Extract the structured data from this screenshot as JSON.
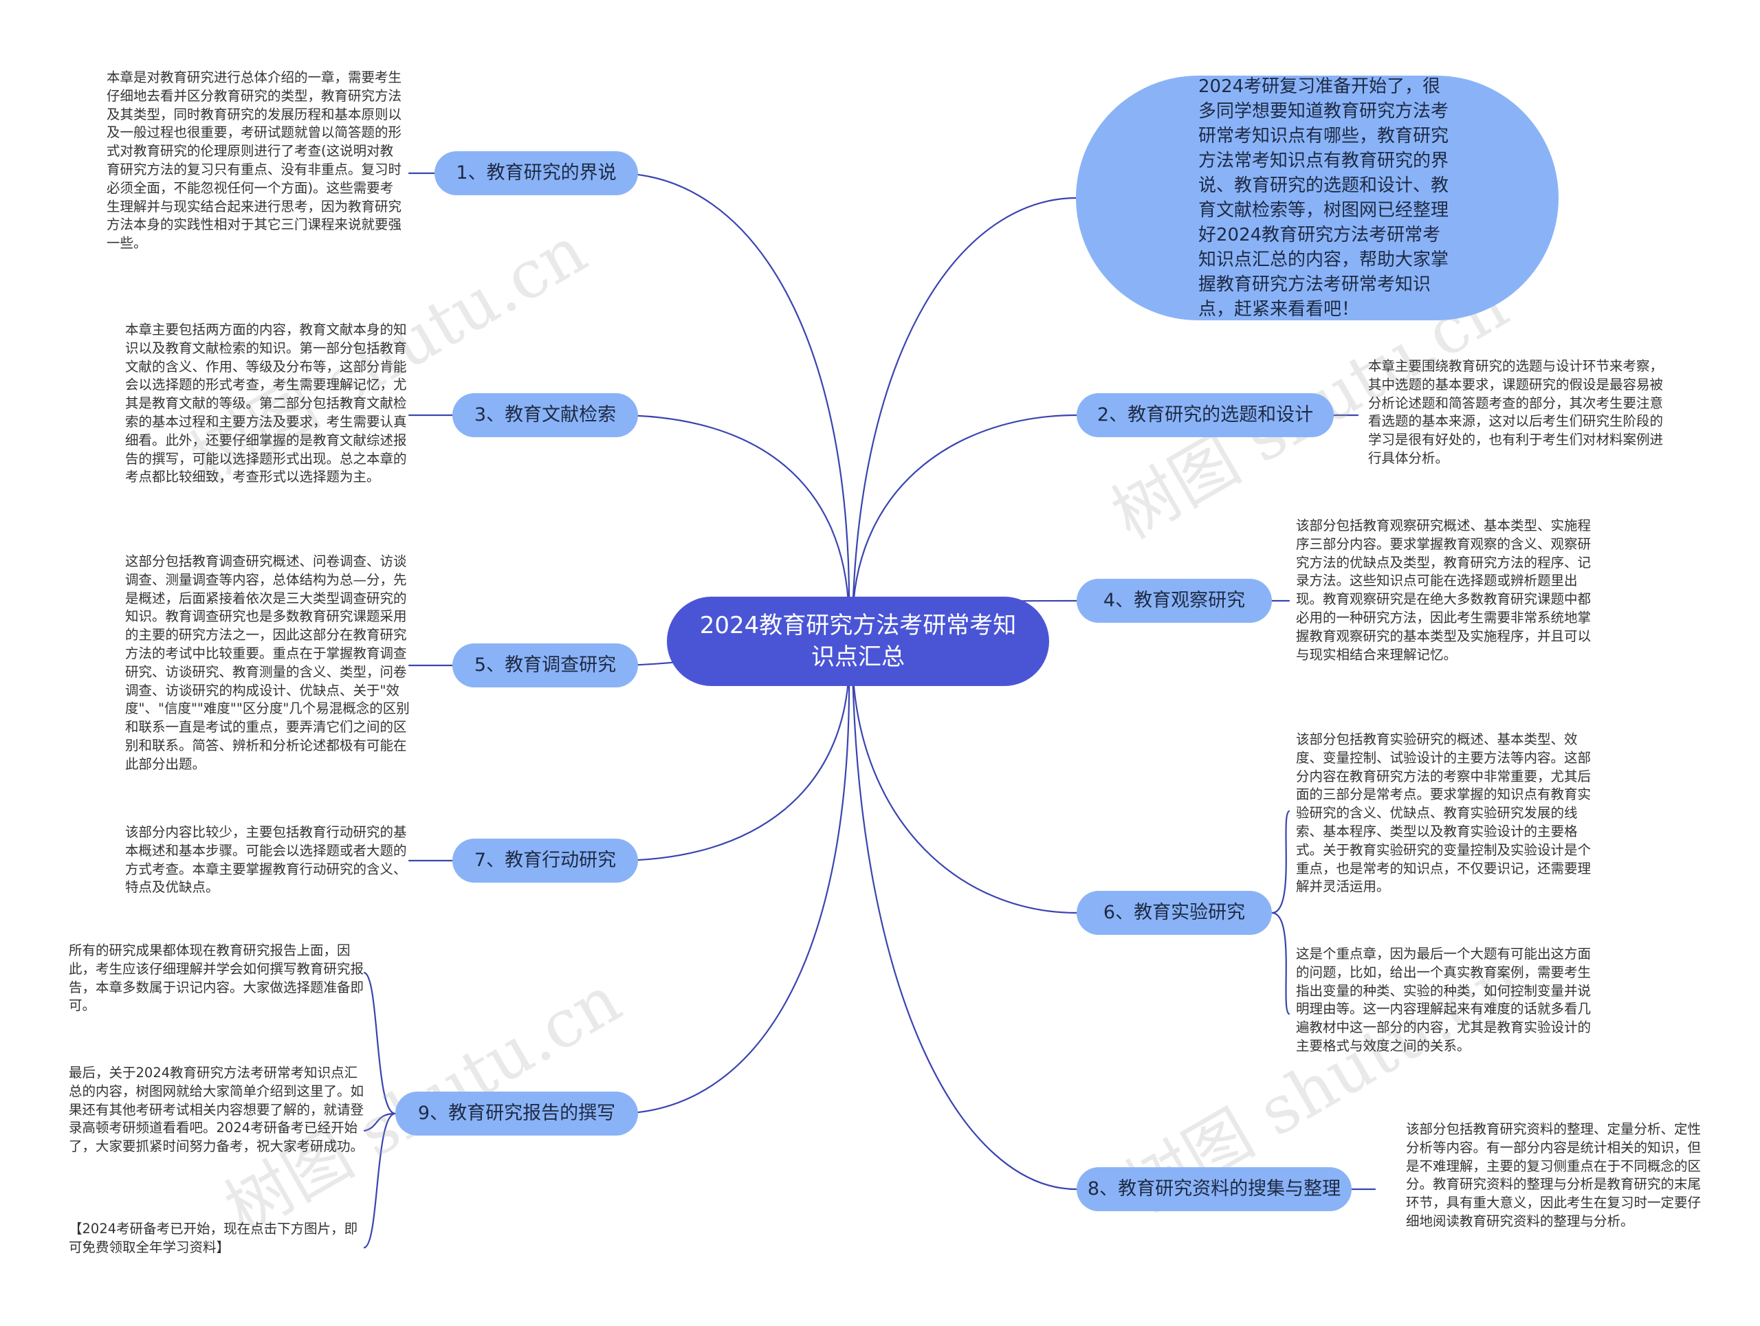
{
  "center": {
    "title": "2024教育研究方法考研常考知识点汇总"
  },
  "intro": "2024考研复习准备开始了，很多同学想要知道教育研究方法考研常考知识点有哪些，教育研究方法常考知识点有教育研究的界说、教育研究的选题和设计、教育文献检索等，树图网已经整理好2024教育研究方法考研常考知识点汇总的内容，帮助大家掌握教育研究方法考研常考知识点，赶紧来看看吧！",
  "branches": [
    {
      "label": "1、教育研究的界说",
      "notes": [
        "本章是对教育研究进行总体介绍的一章，需要考生仔细地去看并区分教育研究的类型，教育研究方法及其类型，同时教育研究的发展历程和基本原则以及一般过程也很重要，考研试题就曾以简答题的形式对教育研究的伦理原则进行了考查(这说明对教育研究方法的复习只有重点、没有非重点。复习时必须全面，不能忽视任何一个方面)。这些需要考生理解并与现实结合起来进行思考，因为教育研究方法本身的实践性相对于其它三门课程来说就要强一些。"
      ]
    },
    {
      "label": "2、教育研究的选题和设计",
      "notes": [
        "本章主要围绕教育研究的选题与设计环节来考察，其中选题的基本要求，课题研究的假设是最容易被分析论述题和简答题考查的部分，其次考生要注意看选题的基本来源，这对以后考生们研究生阶段的学习是很有好处的，也有利于考生们对材料案例进行具体分析。"
      ]
    },
    {
      "label": "3、教育文献检索",
      "notes": [
        "本章主要包括两方面的内容，教育文献本身的知识以及教育文献检索的知识。第一部分包括教育文献的含义、作用、等级及分布等，这部分肯能会以选择题的形式考查，考生需要理解记忆，尤其是教育文献的等级。第二部分包括教育文献检索的基本过程和主要方法及要求，考生需要认真细看。此外，还要仔细掌握的是教育文献综述报告的撰写，可能以选择题形式出现。总之本章的考点都比较细致，考查形式以选择题为主。"
      ]
    },
    {
      "label": "4、教育观察研究",
      "notes": [
        "该部分包括教育观察研究概述、基本类型、实施程序三部分内容。要求掌握教育观察的含义、观察研究方法的优缺点及类型，教育研究方法的程序、记录方法。这些知识点可能在选择题或辨析题里出现。教育观察研究是在绝大多数教育研究课题中都必用的一种研究方法，因此考生需要非常系统地掌握教育观察研究的基本类型及实施程序，并且可以与现实相结合来理解记忆。"
      ]
    },
    {
      "label": "5、教育调查研究",
      "notes": [
        "这部分包括教育调查研究概述、问卷调查、访谈调查、测量调查等内容，总体结构为总—分，先是概述，后面紧接着依次是三大类型调查研究的知识。教育调查研究也是多数教育研究课题采用的主要的研究方法之一，因此这部分在教育研究方法的考试中比较重要。重点在于掌握教育调查研究、访谈研究、教育测量的含义、类型，问卷调查、访谈研究的构成设计、优缺点、关于\"效度\"、\"信度\"\"难度\"\"区分度\"几个易混概念的区别和联系一直是考试的重点，要弄清它们之间的区别和联系。简答、辨析和分析论述都极有可能在此部分出题。"
      ]
    },
    {
      "label": "6、教育实验研究",
      "notes": [
        "该部分包括教育实验研究的概述、基本类型、效度、变量控制、试验设计的主要方法等内容。这部分内容在教育研究方法的考察中非常重要，尤其后面的三部分是常考点。要求掌握的知识点有教育实验研究的含义、优缺点、教育实验研究发展的线索、基本程序、类型以及教育实验设计的主要格式。关于教育实验研究的变量控制及实验设计是个重点，也是常考的知识点，不仅要识记，还需要理解并灵活运用。",
        "这是个重点章，因为最后一个大题有可能出这方面的问题，比如，给出一个真实教育案例，需要考生指出变量的种类、实验的种类，如何控制变量并说明理由等。这一内容理解起来有难度的话就多看几遍教材中这一部分的内容，尤其是教育实验设计的主要格式与效度之间的关系。"
      ]
    },
    {
      "label": "7、教育行动研究",
      "notes": [
        "该部分内容比较少，主要包括教育行动研究的基本概述和基本步骤。可能会以选择题或者大题的方式考查。本章主要掌握教育行动研究的含义、特点及优缺点。"
      ]
    },
    {
      "label": "8、教育研究资料的搜集与整理",
      "notes": [
        "该部分包括教育研究资料的整理、定量分析、定性分析等内容。有一部分内容是统计相关的知识，但是不难理解，主要的复习侧重点在于不同概念的区分。教育研究资料的整理与分析是教育研究的末尾环节，具有重大意义，因此考生在复习时一定要仔细地阅读教育研究资料的整理与分析。"
      ]
    },
    {
      "label": "9、教育研究报告的撰写",
      "notes": [
        "所有的研究成果都体现在教育研究报告上面，因此，考生应该仔细理解并学会如何撰写教育研究报告，本章多数属于识记内容。大家做选择题准备即可。",
        "最后，关于2024教育研究方法考研常考知识点汇总的内容，树图网就给大家简单介绍到这里了。如果还有其他考研考试相关内容想要了解的，就请登录高顿考研频道看看吧。2024考研备考已经开始了，大家要抓紧时间努力备考，祝大家考研成功。",
        "【2024考研备考已开始，现在点击下方图片，即可免费领取全年学习资料】"
      ]
    }
  ],
  "watermark": "树图 shutu.cn",
  "colors": {
    "center": "#4a55d6",
    "branch": "#8ab3f7",
    "line": "#3a44b0"
  }
}
